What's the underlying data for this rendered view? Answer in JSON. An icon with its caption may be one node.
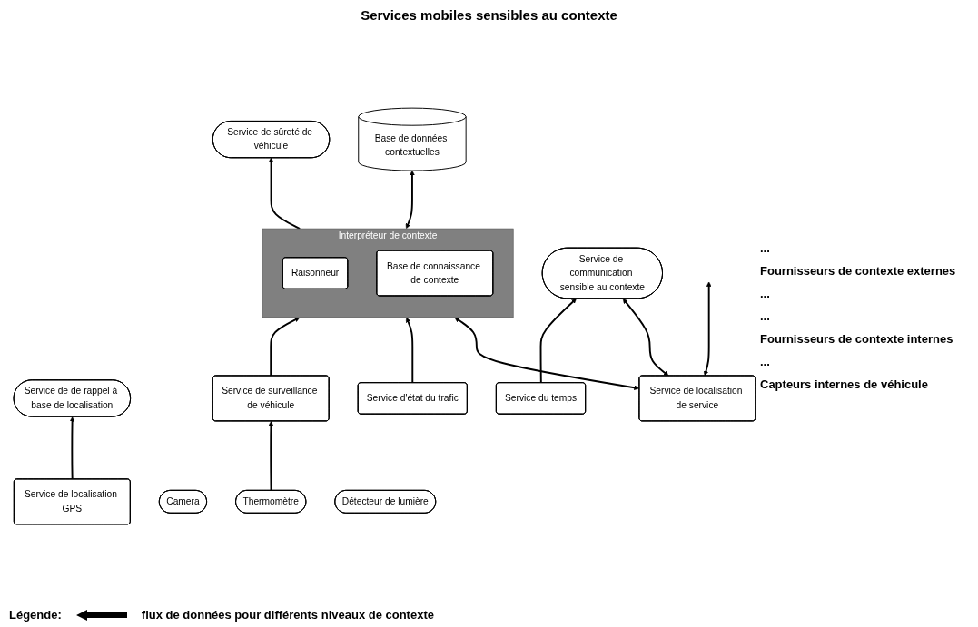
{
  "diagram": {
    "title": "Services mobiles sensibles au contexte",
    "nodes": [
      {
        "text": [
          "Service de communication sensible au contexte"
        ]
      },
      {
        "text": [
          "Service de sûreté de véhicule"
        ]
      },
      {
        "text": [
          "Service de de rappel à base de localisation"
        ]
      },
      {
        "text": [
          "Service de localisation de service"
        ]
      },
      {
        "text": [
          "Interpréteur de contexte"
        ]
      },
      {
        "text": [
          "Raisonneur"
        ],
        "in": 4
      },
      {
        "text": [
          "Base de connaissance de contexte"
        ],
        "in": 4
      },
      {
        "text": [
          "Base de données contextuelles"
        ]
      },
      {
        "text": [
          "Service du temps"
        ]
      },
      {
        "text": [
          "Service d'état du trafic"
        ]
      },
      {
        "text": [
          "Service de surveillance de véhicule"
        ]
      },
      {
        "text": [
          "Service de localisation GPS"
        ]
      },
      {
        "text": [
          "Camera"
        ]
      },
      {
        "text": [
          "Thermomètre"
        ]
      },
      {
        "text": [
          "Détecteur de lumière"
        ]
      }
    ],
    "edges": [
      {
        "from": 3,
        "to": 0,
        "arrow": "both"
      },
      {
        "from": 8,
        "to": 0,
        "arrow": "to"
      },
      {
        "from": 3,
        "to": 4,
        "arrow": "both"
      },
      {
        "from": 4,
        "to": 1,
        "arrow": "to"
      },
      {
        "from": 11,
        "to": 2,
        "arrow": "to"
      },
      {
        "from": 4,
        "to": 7,
        "arrow": "both"
      },
      {
        "from": 3,
        "to": null,
        "arrow": "both"
      },
      {
        "from": 9,
        "to": 4,
        "arrow": "to"
      },
      {
        "from": 10,
        "to": 4,
        "arrow": "to"
      },
      {
        "from": 13,
        "to": 10,
        "arrow": "to"
      }
    ],
    "labels": [
      "...",
      "Fournisseurs de contexte externes",
      "...",
      "...",
      "Fournisseurs de contexte internes",
      "...",
      "Capteurs internes de véhicule",
      "Légende:"
    ],
    "legend": [
      {
        "text": "flux de données pour différents niveaux de contexte"
      }
    ]
  }
}
